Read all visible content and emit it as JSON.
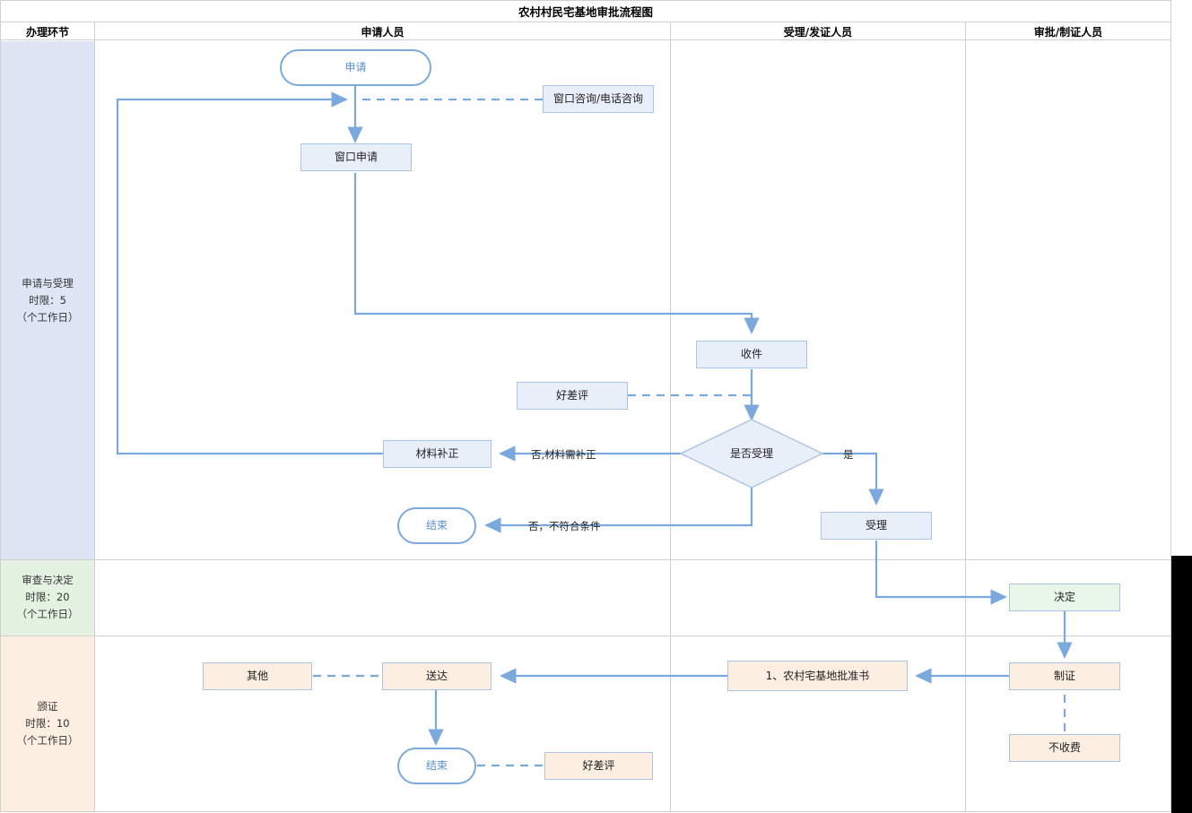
{
  "title": "农村村民宅基地审批流程图",
  "columns": [
    {
      "key": "stage",
      "label": "办理环节"
    },
    {
      "key": "applicant",
      "label": "申请人员"
    },
    {
      "key": "acceptor",
      "label": "受理/发证人员"
    },
    {
      "key": "approver",
      "label": "审批/制证人员"
    }
  ],
  "stages": [
    {
      "name": "申请与受理",
      "limit_label": "时限：5",
      "unit": "（个工作日）",
      "color": "#dee6f5"
    },
    {
      "name": "审查与决定",
      "limit_label": "时限：20",
      "unit": "（个工作日）",
      "color": "#e4f3e1"
    },
    {
      "name": "颁证",
      "limit_label": "时限：10",
      "unit": "（个工作日）",
      "color": "#fdeee2"
    }
  ],
  "nodes": {
    "apply": "申请",
    "window_consult": "窗口咨询/电话咨询",
    "window_apply": "窗口申请",
    "receive": "收件",
    "review_rating_1": "好差评",
    "accept_decision": "是否受理",
    "material_fix": "材料补正",
    "end_1": "结束",
    "accept": "受理",
    "decide": "决定",
    "make_cert": "制证",
    "no_fee": "不收费",
    "approval_doc": "1、农村宅基地批准书",
    "deliver": "送达",
    "other": "其他",
    "end_2": "结束",
    "review_rating_2": "好差评"
  },
  "edge_labels": {
    "no_fix": "否,材料需补正",
    "yes": "是",
    "no_unqualified": "否，不符合条件"
  },
  "colors": {
    "line": "#7ba9dd",
    "node_blue_fill": "#e9eff9",
    "node_green_fill": "#e9f7e9",
    "node_peach_fill": "#fdeee2",
    "node_border": "#a9c4e4",
    "terminator_text": "#5b8fd0",
    "grid": "#d0d0d0"
  }
}
